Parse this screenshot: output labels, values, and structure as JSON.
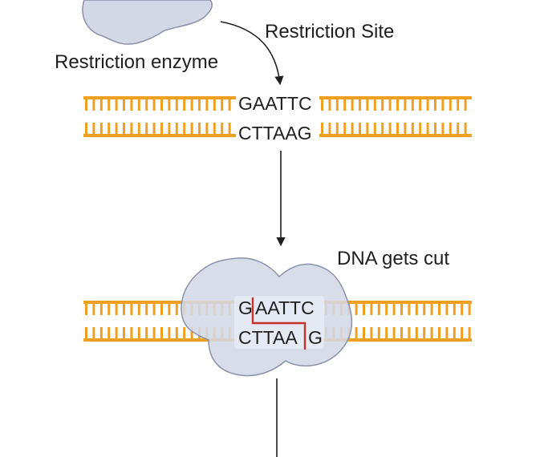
{
  "labels": {
    "restriction_site": "Restriction Site",
    "restriction_enzyme": "Restriction enzyme",
    "dna_gets_cut": "DNA gets cut"
  },
  "dna_top": {
    "strand1": "GAATTC",
    "strand2": "CTTAAG"
  },
  "dna_cut": {
    "strand1_left": "G",
    "strand1_right": "AATTC",
    "strand2_left": "CTTAA",
    "strand2_right": "G"
  },
  "colors": {
    "dna": "#f0a020",
    "enzyme_fill": "#d3d8e6",
    "enzyme_stroke": "#8a91aa",
    "cut_line": "#c8322c",
    "arrow": "#1f1f1f"
  }
}
